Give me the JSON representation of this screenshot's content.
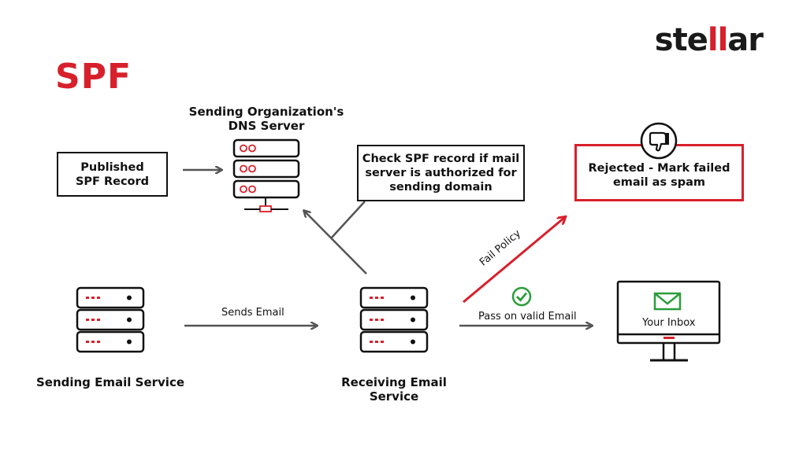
{
  "title": "SPF",
  "logo": {
    "prefix": "ste",
    "mark": "ll",
    "suffix": "ar"
  },
  "published_record": "Published\nSPF Record",
  "dns_server_label": "Sending Organization's\nDNS Server",
  "check_note": "Check SPF record if mail\nserver is authorized for\nsending domain",
  "rejected_note": "Rejected - Mark failed\nemail as spam",
  "sends_email": "Sends Email",
  "fail_policy": "Fail Policy",
  "pass_label": "Pass on valid Email",
  "your_inbox": "Your Inbox",
  "sending_service": "Sending Email Service",
  "receiving_service": "Receiving Email Service",
  "colors": {
    "accent": "#d7202b",
    "ok": "#2a9d3a",
    "line": "#555555"
  },
  "icons": [
    "server-icon",
    "thumbs-down-icon",
    "check-circle-icon",
    "envelope-icon",
    "monitor-icon"
  ]
}
